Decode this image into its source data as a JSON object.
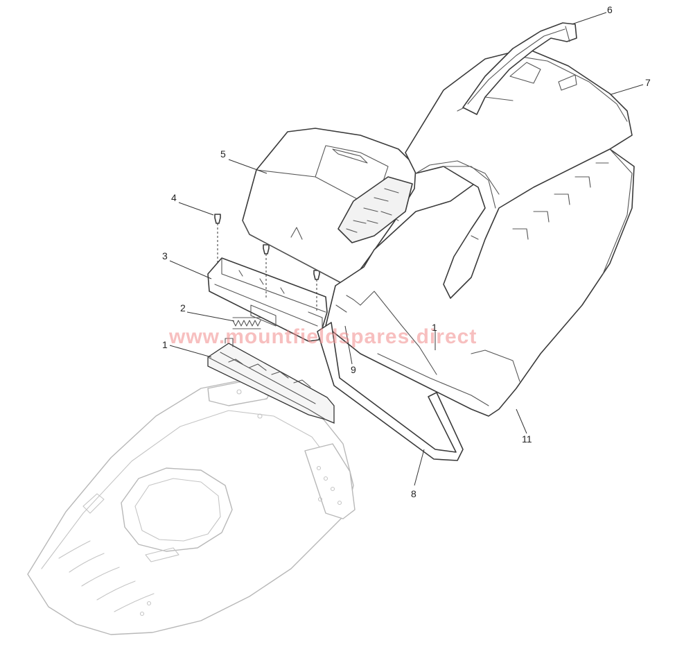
{
  "watermark": "www.mountfieldspares.direct",
  "callouts": {
    "c1a": "1",
    "c1b": "1",
    "c2": "2",
    "c3": "3",
    "c4": "4",
    "c5": "5",
    "c6": "6",
    "c7": "7",
    "c8": "8",
    "c9": "9",
    "c11": "11"
  }
}
